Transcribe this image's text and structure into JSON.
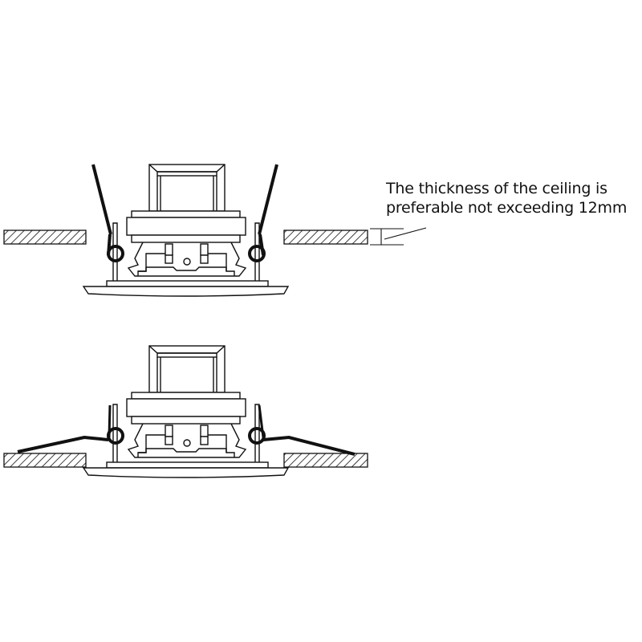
{
  "annotation": {
    "line1": "The thickness of the ceiling is",
    "line2": "preferable not exceeding 12mm"
  },
  "figures": [
    {
      "name": "speaker-before-installation",
      "spring_clips": "raised"
    },
    {
      "name": "speaker-installed",
      "spring_clips": "clamped"
    }
  ],
  "colors": {
    "line": "#111111",
    "background": "#ffffff"
  }
}
